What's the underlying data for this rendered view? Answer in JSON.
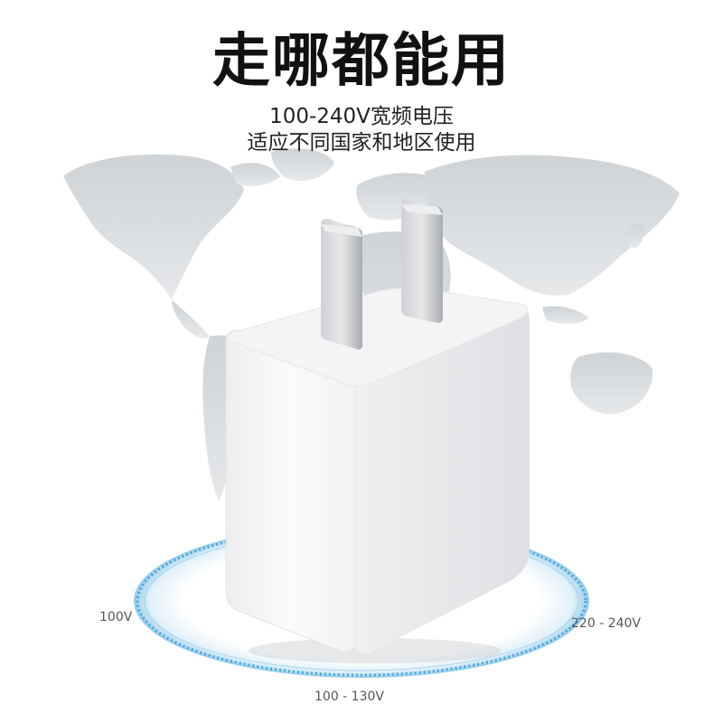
{
  "headline": "走哪都能用",
  "subtitle": {
    "line1": "100-240V宽频电压",
    "line2": "适应不同国家和地区使用"
  },
  "voltage_labels": {
    "left": "100V",
    "right": "220 - 240V",
    "bottom": "100 - 130V"
  },
  "colors": {
    "ring_accent": "#3a9fd8",
    "map": "#d3d6d9",
    "charger_body": "#f7f7f8",
    "prongs": "#b9bcc0"
  }
}
